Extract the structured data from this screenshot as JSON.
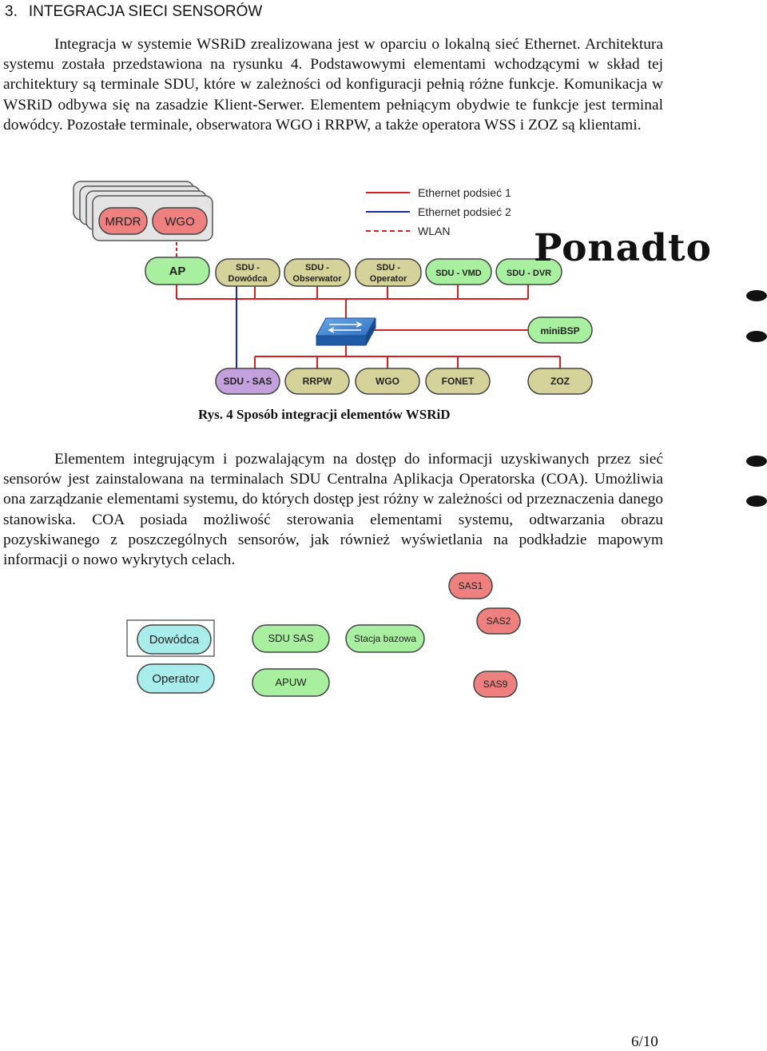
{
  "heading": {
    "number": "3.",
    "title": "INTEGRACJA SIECI SENSORÓW"
  },
  "paragraph1": "Integracja w systemie WSRiD zrealizowana jest w oparciu o lokalną sieć Ethernet. Architektura systemu została przedstawiona na rysunku 4. Podstawowymi elementami wchodzącymi w skład tej architektury są terminale SDU, które w zależności od konfiguracji pełnią różne funkcje. Komunikacja w WSRiD odbywa się na zasadzie Klient-Serwer. Elementem pełniącym obydwie te funkcje jest terminal dowódcy. Pozostałe terminale, obserwatora WGO i RRPW, a także operatora WSS i ZOZ są klientami.",
  "diagram": {
    "legend": {
      "ethernet1": "Ethernet podsieć 1",
      "ethernet2": "Ethernet podsieć 2",
      "wlan": "WLAN"
    },
    "stack": {
      "mrdr": "MRDR",
      "wgo": "WGO"
    },
    "top_nodes": {
      "ap": "AP",
      "sdu_dowodca_1": "SDU -",
      "sdu_dowodca_2": "Dowódca",
      "sdu_obserwator_1": "SDU -",
      "sdu_obserwator_2": "Obserwator",
      "sdu_operator_1": "SDU -",
      "sdu_operator_2": "Operator",
      "sdu_vmd": "SDU - VMD",
      "sdu_dvr": "SDU - DVR"
    },
    "minibsp": "miniBSP",
    "bottom_nodes": {
      "sdu_sas": "SDU - SAS",
      "rrpw": "RRPW",
      "wgo": "WGO",
      "fonet": "FONET",
      "zoz": "ZOZ"
    },
    "colors": {
      "red_line": "#d42020",
      "blue_line": "#1a2b9c",
      "green_node": "#a8f0a0",
      "olive_node": "#d6d39a",
      "purple_node": "#c4a0dc",
      "salmon_node": "#ee8080"
    }
  },
  "overlay_word": "Ponadto",
  "caption": "Rys. 4 Sposób integracji elementów WSRiD",
  "paragraph2": "Elementem integrującym i pozwalającym na dostęp do informacji uzyskiwanych przez sieć sensorów jest zainstalowana na terminalach SDU Centralna Aplikacja Operatorska (COA). Umożliwia ona zarządzanie elementami systemu, do których dostęp jest różny w zależności od przeznaczenia danego stanowiska. COA posiada możliwość sterowania elementami systemu, odtwarzania obrazu pozyskiwanego z poszczególnych sensorów, jak również wyświetlania na podkładzie mapowym informacji o nowo wykrytych celach.",
  "lower_nodes": {
    "dowodca": "Dowódca",
    "operator": "Operator",
    "sdu_sas": "SDU SAS",
    "apuw": "APUW",
    "stacja_bazowa": "Stacja bazowa",
    "sas1": "SAS1",
    "sas2": "SAS2",
    "sas9": "SAS9"
  },
  "page_number": "6/10"
}
